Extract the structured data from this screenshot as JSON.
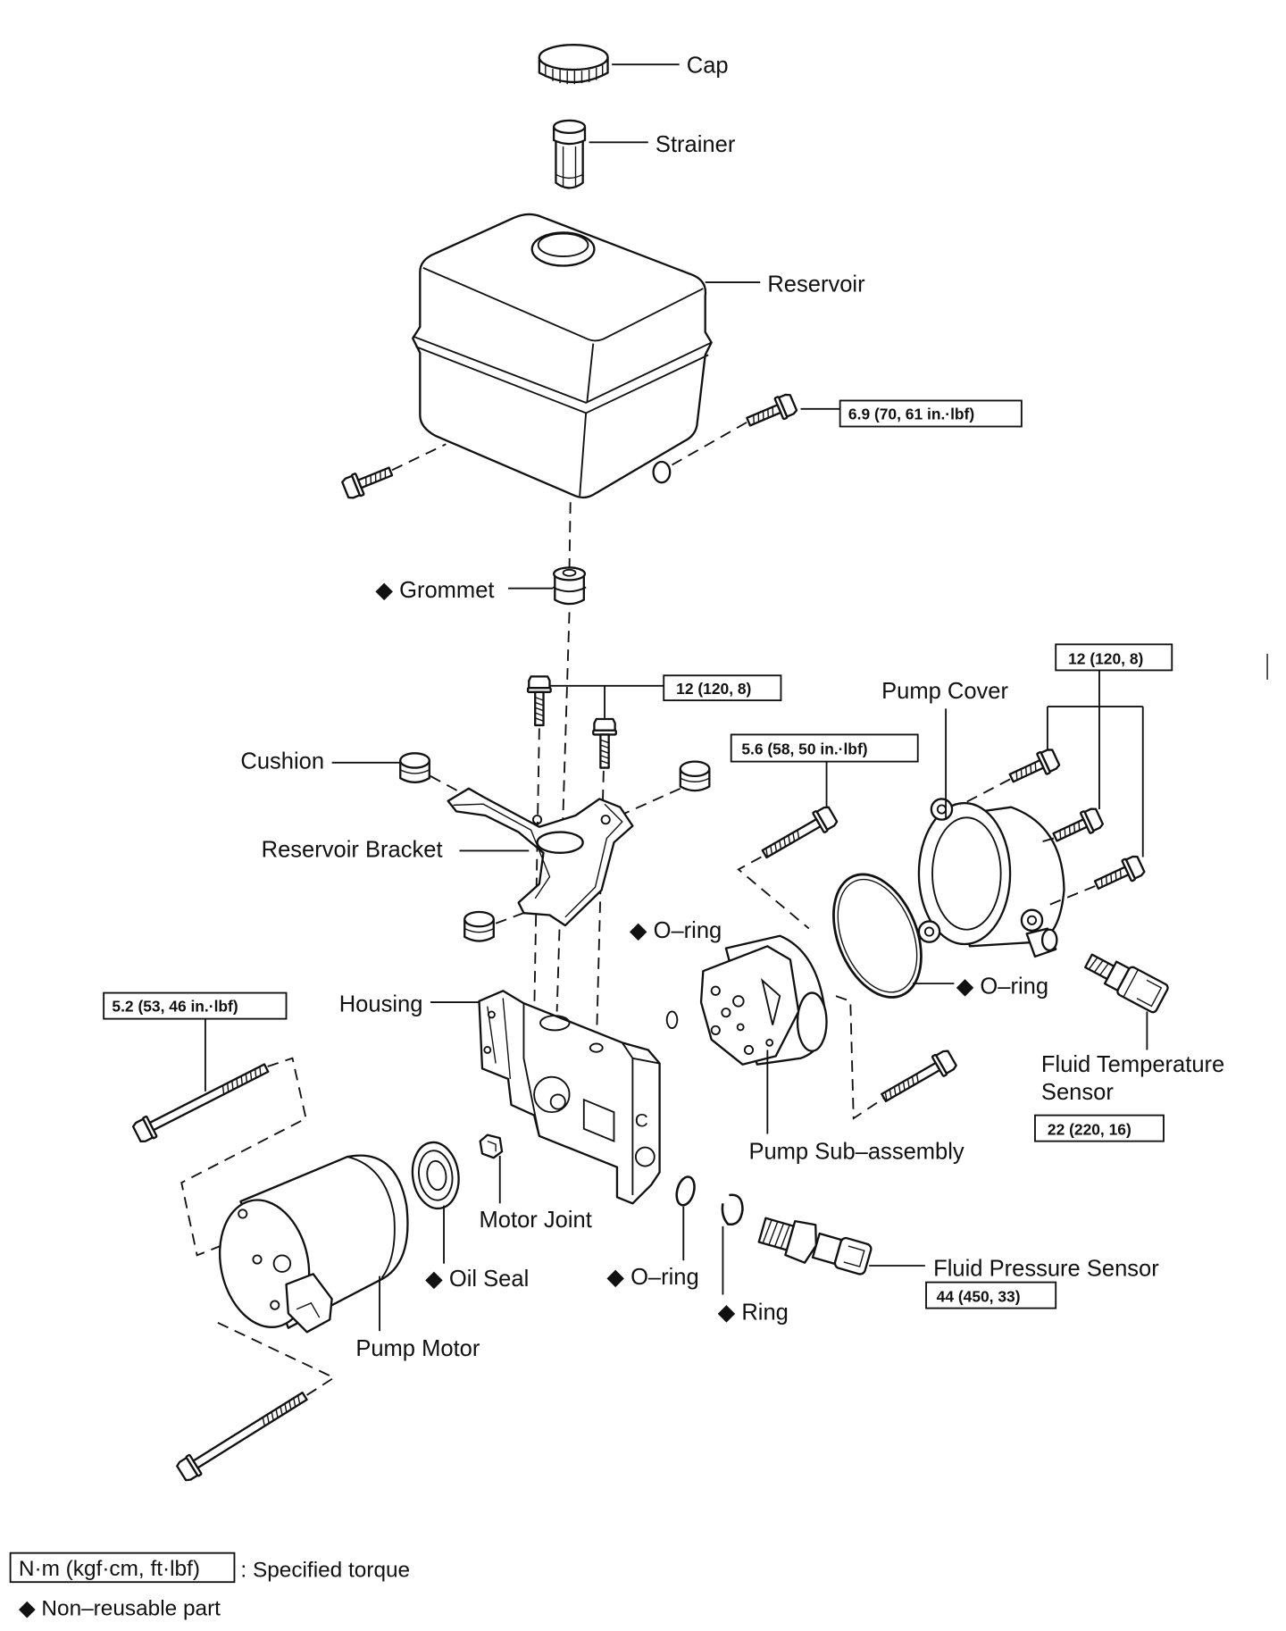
{
  "parts": {
    "cap": "Cap",
    "strainer": "Strainer",
    "reservoir": "Reservoir",
    "grommet": "◆ Grommet",
    "cushion": "Cushion",
    "reservoir_bracket": "Reservoir Bracket",
    "pump_cover": "Pump Cover",
    "o_ring_pump": "◆ O–ring",
    "o_ring_cover": "◆ O–ring",
    "housing": "Housing",
    "housing_mark": "C",
    "fluid_temperature_sensor_line1": "Fluid Temperature",
    "fluid_temperature_sensor_line2": "Sensor",
    "pump_sub_assembly": "Pump Sub–assembly",
    "motor_joint": "Motor Joint",
    "oil_seal": "◆ Oil Seal",
    "o_ring_housing": "◆ O–ring",
    "ring": "◆ Ring",
    "fluid_pressure_sensor": "Fluid Pressure Sensor",
    "pump_motor": "Pump Motor"
  },
  "torques": {
    "reservoir_bolt": "6.9 (70, 61 in.·lbf)",
    "bracket_bolts": "12 (120, 8)",
    "pump_cover_bolts": "12 (120, 8)",
    "pump_bolt": "5.6 (58, 50 in.·lbf)",
    "motor_bolt": "5.2 (53, 46 in.·lbf)",
    "fluid_temperature_sensor": "22 (220, 16)",
    "fluid_pressure_sensor": "44 (450, 33)"
  },
  "legend": {
    "torque_unit": "N·m (kgf·cm, ft·lbf)",
    "torque_desc": ": Specified torque",
    "non_reusable": "◆ Non–reusable part"
  }
}
